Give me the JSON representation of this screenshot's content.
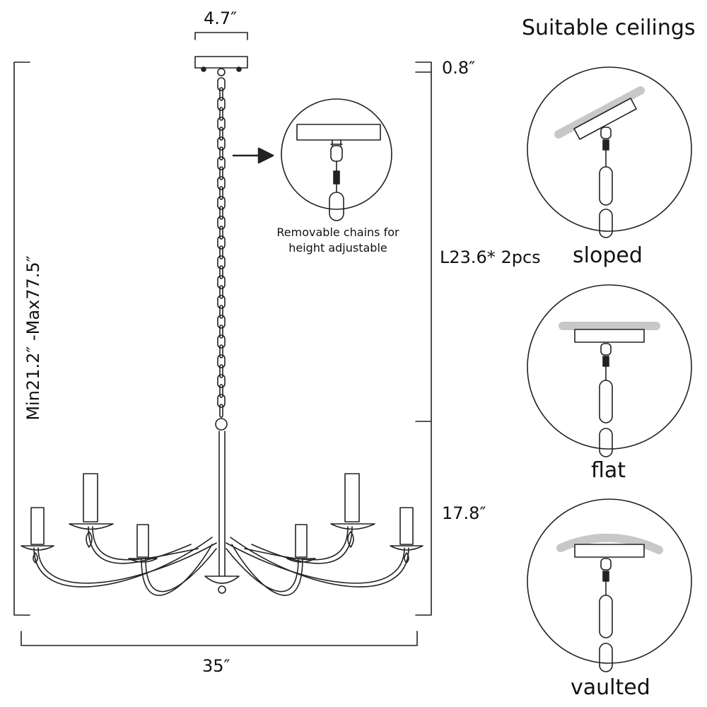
{
  "dimensions": {
    "canopy_width": "4.7″",
    "canopy_height": "0.8″",
    "overall_height": "Min21.2″ -Max77.5″",
    "chain_length": "L23.6* 2pcs",
    "body_height": "17.8″",
    "overall_width": "35″"
  },
  "callout": {
    "caption": "Removable chains for height adjustable"
  },
  "ceilings": {
    "title": "Suitable ceilings",
    "types": [
      {
        "label": "sloped"
      },
      {
        "label": "flat"
      },
      {
        "label": "vaulted"
      }
    ]
  },
  "colors": {
    "line": "#222222",
    "ceiling": "#c8c8c8"
  }
}
